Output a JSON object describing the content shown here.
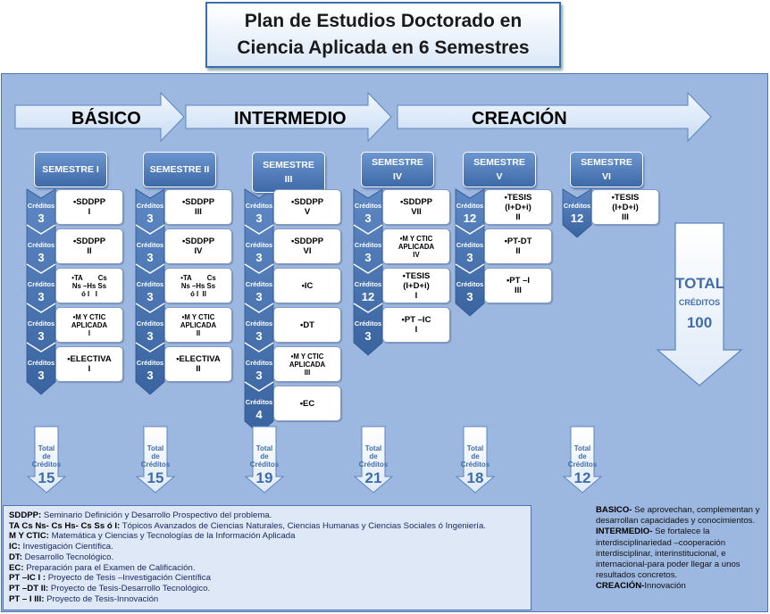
{
  "title": {
    "line1": "Plan de Estudios Doctorado en",
    "line2": "Ciencia Aplicada en 6 Semestres"
  },
  "phases": [
    "BÁSICO",
    "INTERMEDIO",
    "CREACIÓN"
  ],
  "credit_label": "Créditos",
  "total_label_lines": [
    "Total",
    "de",
    "Créditos"
  ],
  "semesters": [
    {
      "name_lines": [
        "SEMESTRE I"
      ],
      "total": "15",
      "courses": [
        {
          "credits": "3",
          "lines": [
            "•SDDPP",
            "I"
          ]
        },
        {
          "credits": "3",
          "lines": [
            "•SDDPP",
            "II"
          ]
        },
        {
          "credits": "3",
          "lines": [
            "•TA        Cs",
            "Ns –Hs Ss",
            "ó I   I"
          ]
        },
        {
          "credits": "3",
          "lines": [
            "•M Y CTIC",
            "APLICADA",
            "I"
          ]
        },
        {
          "credits": "3",
          "lines": [
            "•ELECTIVA",
            "I"
          ]
        }
      ]
    },
    {
      "name_lines": [
        "SEMESTRE II"
      ],
      "total": "15",
      "courses": [
        {
          "credits": "3",
          "lines": [
            "•SDDPP",
            "III"
          ]
        },
        {
          "credits": "3",
          "lines": [
            "•SDDPP",
            "IV"
          ]
        },
        {
          "credits": "3",
          "lines": [
            "•TA        Cs",
            "Ns –Hs Ss",
            "ó I  II"
          ]
        },
        {
          "credits": "3",
          "lines": [
            "•M Y CTIC",
            "APLICADA",
            "II"
          ]
        },
        {
          "credits": "3",
          "lines": [
            "•ELECTIVA",
            "II"
          ]
        }
      ]
    },
    {
      "name_lines": [
        "SEMESTRE",
        "III"
      ],
      "total": "19",
      "courses": [
        {
          "credits": "3",
          "lines": [
            "•SDDPP",
            "V"
          ]
        },
        {
          "credits": "3",
          "lines": [
            "•SDDPP",
            "VI"
          ]
        },
        {
          "credits": "3",
          "lines": [
            "•IC"
          ]
        },
        {
          "credits": "3",
          "lines": [
            "•DT"
          ]
        },
        {
          "credits": "3",
          "lines": [
            "•M Y CTIC",
            "APLICADA",
            "III"
          ]
        },
        {
          "credits": "4",
          "lines": [
            "•EC"
          ]
        }
      ]
    },
    {
      "name_lines": [
        "SEMESTRE",
        "IV"
      ],
      "total": "21",
      "courses": [
        {
          "credits": "3",
          "lines": [
            "•SDDPP",
            "VII"
          ]
        },
        {
          "credits": "3",
          "lines": [
            "•M Y CTIC",
            "APLICADA",
            "IV"
          ]
        },
        {
          "credits": "12",
          "lines": [
            "•TESIS",
            "(I+D+i)",
            "I"
          ]
        },
        {
          "credits": "3",
          "lines": [
            "•PT –IC",
            "I"
          ]
        }
      ]
    },
    {
      "name_lines": [
        "SEMESTRE",
        "V"
      ],
      "total": "18",
      "courses": [
        {
          "credits": "12",
          "lines": [
            "•TESIS",
            "(I+D+i)",
            "II"
          ]
        },
        {
          "credits": "3",
          "lines": [
            "•PT-DT",
            "II"
          ]
        },
        {
          "credits": "3",
          "lines": [
            "•PT –I",
            "III"
          ]
        }
      ]
    },
    {
      "name_lines": [
        "SEMESTRE",
        "VI"
      ],
      "total": "12",
      "courses": [
        {
          "credits": "12",
          "lines": [
            "•TESIS",
            "(I+D+i)",
            "III"
          ]
        }
      ]
    }
  ],
  "grand_total": {
    "label": "TOTAL",
    "sub": "CRÉDITOS",
    "value": "100"
  },
  "legend": [
    {
      "term": "SDDPP:",
      "desc": " Seminario Definición y Desarrollo Prospectivo del problema."
    },
    {
      "term": "TA Cs Ns- Cs Hs- Cs Ss ó I:",
      "desc": " Tópicos Avanzados de Ciencias Naturales, Ciencias Humanas y Ciencias Sociales ó Ingeniería."
    },
    {
      "term": "M Y CTIC:",
      "desc": " Matemática y Ciencias y Tecnologías de la Información Aplicada"
    },
    {
      "term": "IC:",
      "desc": " Investigación Científica."
    },
    {
      "term": "DT:",
      "desc": " Desarrollo Tecnológico."
    },
    {
      "term": "EC:",
      "desc": " Preparación para el Examen de Calificación."
    },
    {
      "term": "PT –IC I :",
      "desc": " Proyecto de Tesis –Investigación Científica"
    },
    {
      "term": "PT –DT II:",
      "desc": " Proyecto de Tesis-Desarrollo Tecnológico."
    },
    {
      "term": "PT – I III:",
      "desc": " Proyecto de Tesis-Innovación"
    }
  ],
  "phase_descriptions": [
    {
      "term": "BASICO-",
      "desc": " Se aprovechan, complementan y desarrollan capacidades y conocimientos."
    },
    {
      "term": "INTERMEDIO-",
      "desc": " Se fortalece la interdisciplinariedad –cooperación interdisciplinar, interinstitucional, e internacional-para poder llegar a unos resultados concretos."
    },
    {
      "term": "CREACIÓN-",
      "desc": "Innovación"
    }
  ]
}
